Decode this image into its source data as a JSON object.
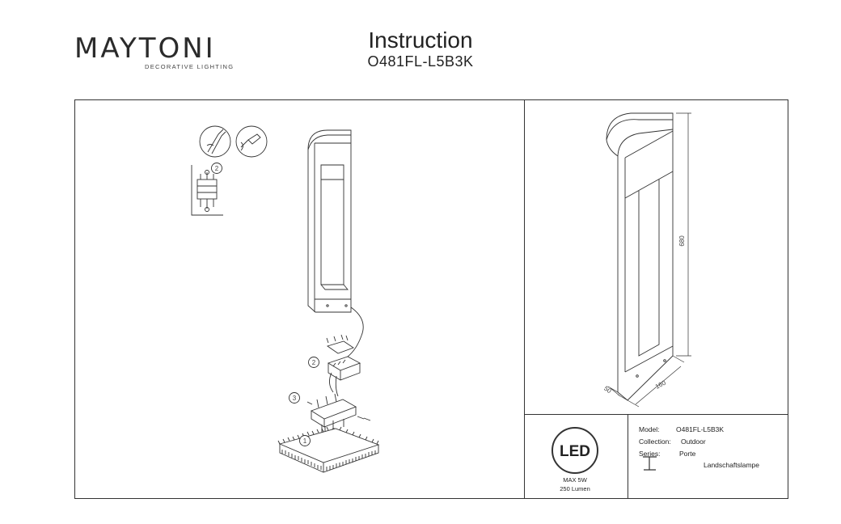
{
  "header": {
    "brand": "MAYTONI",
    "brand_tagline": "DECORATIVE LIGHTING",
    "title": "Instruction",
    "model_code": "O481FL-L5B3K"
  },
  "diagram": {
    "steps": [
      "1",
      "2",
      "3"
    ],
    "wiring_step": "2",
    "dimensions": {
      "height": "680",
      "width": "160",
      "depth": "50"
    }
  },
  "led_panel": {
    "logo_text": "LED",
    "power": "MAX 5W",
    "lumen": "250 Lumen"
  },
  "spec": {
    "model_label": "Model:",
    "model_value": "O481FL-L5B3K",
    "collection_label": "Collection:",
    "collection_value": "Outdoor",
    "series_label": "Series:",
    "series_value": "Porte",
    "type_value": "Landschaftslampe"
  },
  "icons": [
    "pliers-icon",
    "screwdriver-icon",
    "floor-lamp-icon"
  ]
}
